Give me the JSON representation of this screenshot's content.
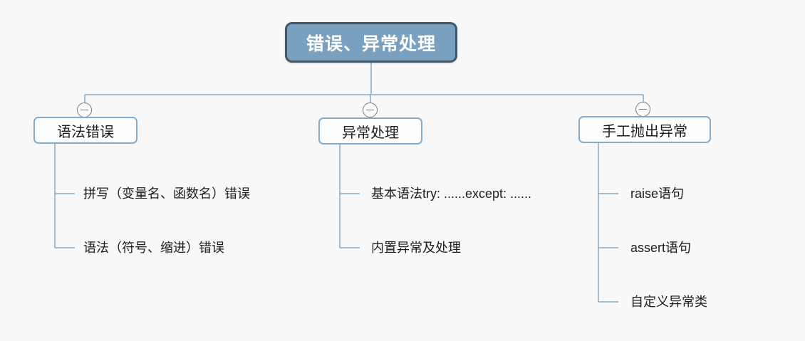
{
  "app": {
    "type": "mindmap-editor"
  },
  "colors": {
    "background": "#F8F8F8",
    "root_fill": "#7AA0BF",
    "root_border": "#42586D",
    "root_text": "#FFFFFF",
    "branch_fill": "#FCFEFF",
    "branch_border": "#86ABC9",
    "connector": "#85AAC8",
    "collapse": "#7C7C7C",
    "text": "#1C1C1C"
  },
  "mindmap": {
    "root": {
      "label": "错误、异常处理"
    },
    "branches": [
      {
        "label": "语法错误",
        "collapse_icon": "minus-circle",
        "children": [
          {
            "label": "拼写（变量名、函数名）错误"
          },
          {
            "label": "语法（符号、缩进）错误"
          }
        ]
      },
      {
        "label": "异常处理",
        "collapse_icon": "minus-circle",
        "children": [
          {
            "label": "基本语法try: ......except: ......"
          },
          {
            "label": "内置异常及处理"
          }
        ]
      },
      {
        "label": "手工抛出异常",
        "collapse_icon": "minus-circle",
        "children": [
          {
            "label": "raise语句"
          },
          {
            "label": "assert语句"
          },
          {
            "label": "自定义异常类"
          }
        ]
      }
    ]
  }
}
